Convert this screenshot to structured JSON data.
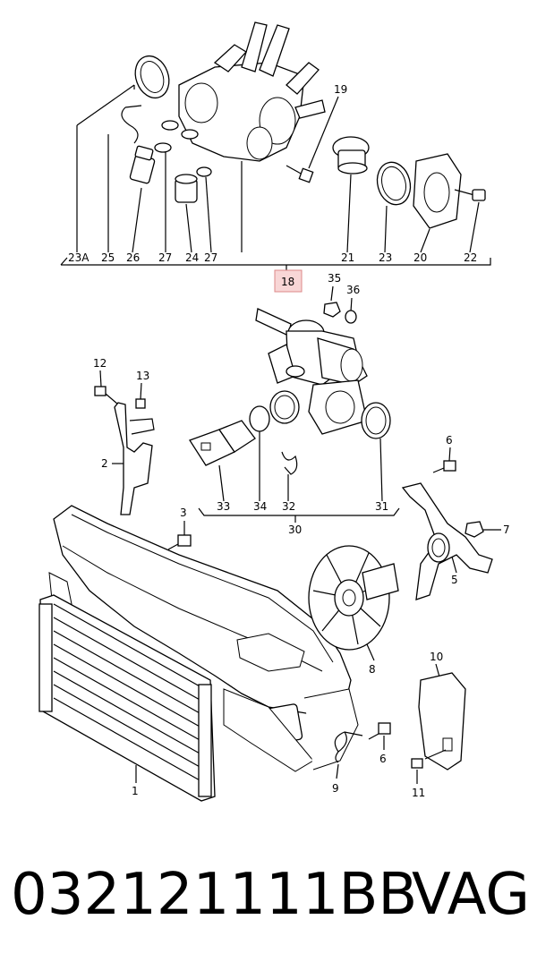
{
  "callouts": {
    "c23a": "23A",
    "c25": "25",
    "c26": "26",
    "c27a": "27",
    "c24": "24",
    "c27b": "27",
    "c19": "19",
    "c21": "21",
    "c23": "23",
    "c20": "20",
    "c22": "22",
    "c18": "18",
    "c35": "35",
    "c36": "36",
    "c12": "12",
    "c13": "13",
    "c2": "2",
    "c3": "3",
    "c33": "33",
    "c34": "34",
    "c32": "32",
    "c31": "31",
    "c30": "30",
    "c6a": "6",
    "c7": "7",
    "c5": "5",
    "c8": "8",
    "c10": "10",
    "c6b": "6",
    "c9": "9",
    "c11": "11",
    "c1": "1"
  },
  "highlight_color": "#f8d6d6",
  "caption": {
    "part_number": "032121111BB",
    "brand": "VAG"
  }
}
